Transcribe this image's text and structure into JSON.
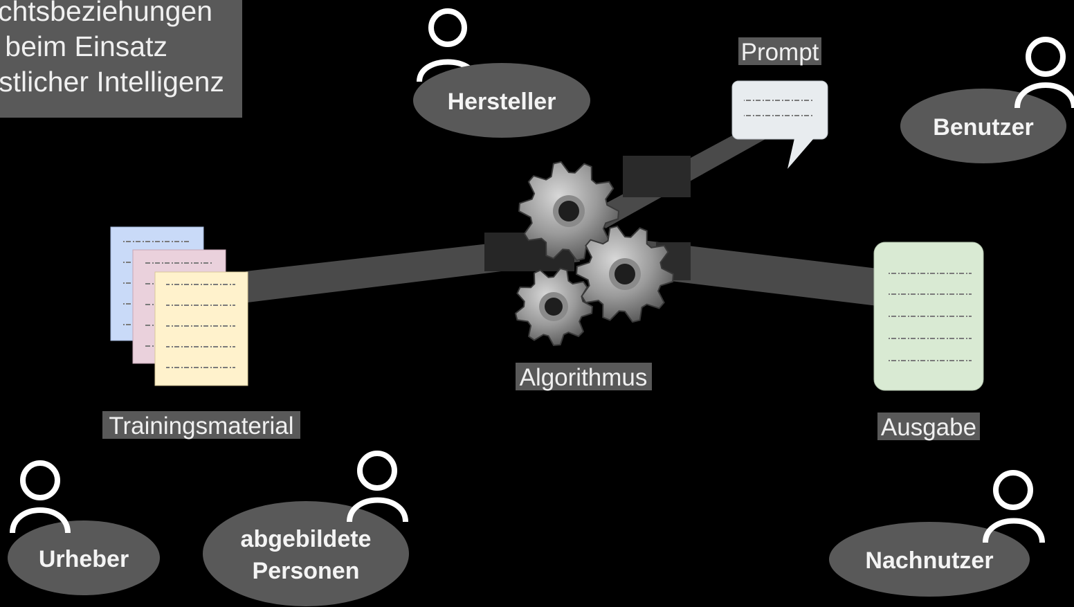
{
  "title": {
    "lines": [
      "chtsbeziehungen",
      "beim Einsatz",
      "stlicher Intelligenz"
    ]
  },
  "nodes": {
    "training": "Trainingsmaterial",
    "algorithm": "Algorithmus",
    "prompt": "Prompt",
    "output": "Ausgabe"
  },
  "actors": {
    "manufacturer": "Hersteller",
    "user": "Benutzer",
    "author": "Urheber",
    "depicted_line1": "abgebildete",
    "depicted_line2": "Personen",
    "subsequent_user": "Nachnutzer"
  },
  "colors": {
    "background": "#000000",
    "title_box": "#595959",
    "actor_ellipse": "#595959",
    "connector": "#4a4a4a",
    "doc_blue": "#c9daf8",
    "doc_pink": "#ead1dc",
    "doc_yellow": "#fff2cc",
    "output_green": "#d9ead3",
    "prompt_bubble": "#e8ecef"
  },
  "icons": [
    "person-icon",
    "document-stack-icon",
    "gears-icon",
    "speech-bubble-icon",
    "document-icon"
  ]
}
